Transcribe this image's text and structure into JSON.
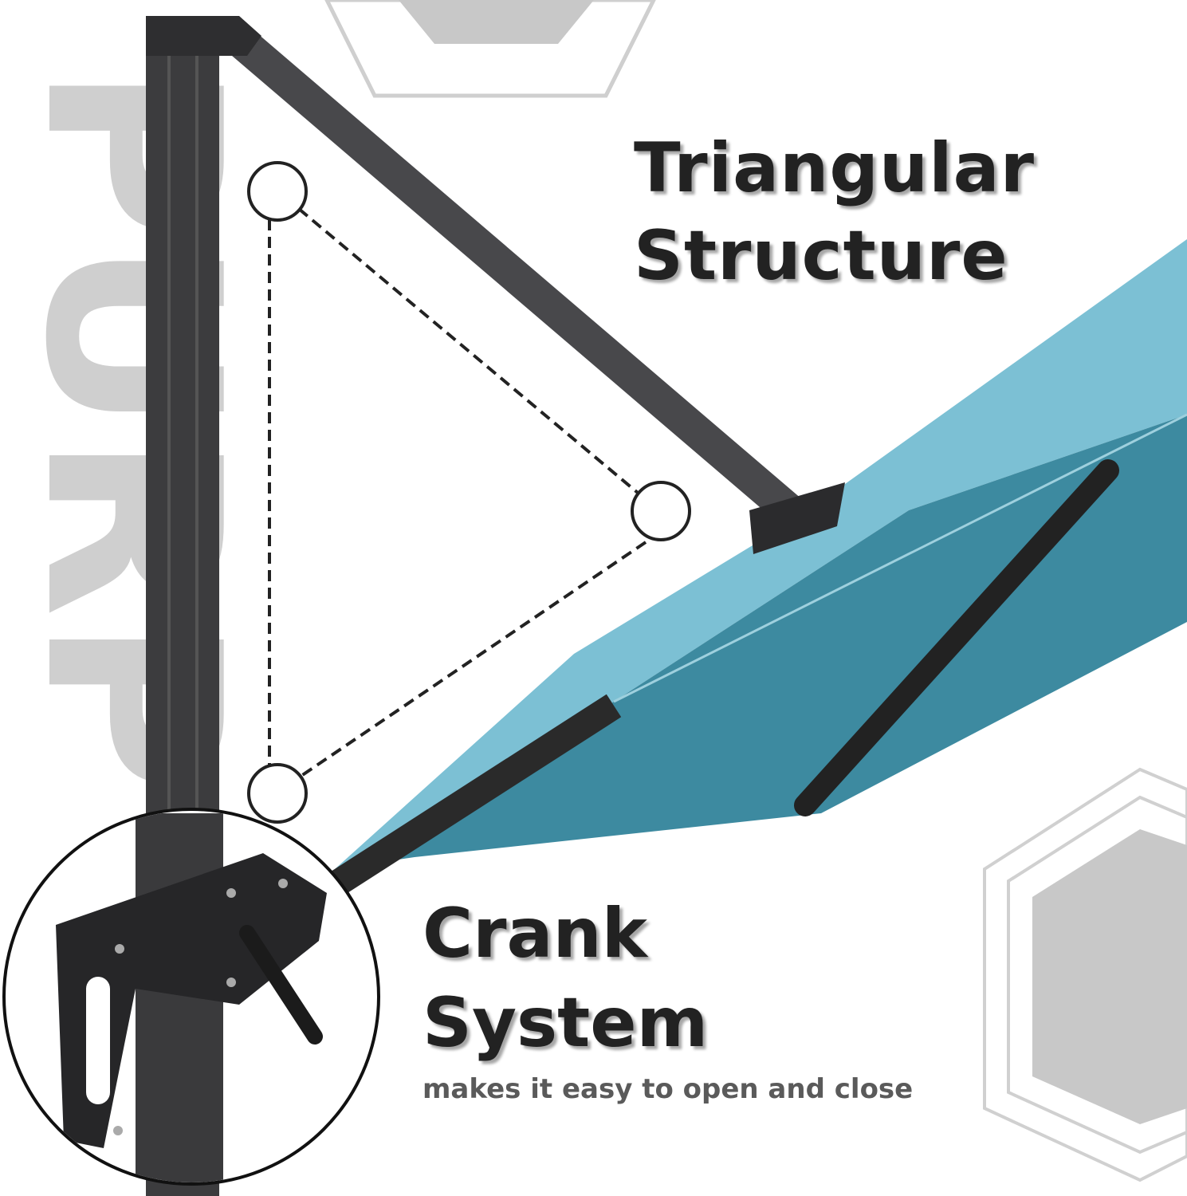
{
  "watermark": "PURP",
  "headings": {
    "triangular_line1": "Triangular",
    "triangular_line2": "Structure",
    "crank_line1": "Crank",
    "crank_line2": "System",
    "crank_subtitle": "makes it easy to open and close"
  },
  "colors": {
    "canopy_light": "#7cc0d4",
    "canopy_dark": "#3d8aa0",
    "pole": "#3c3c3e",
    "hexagon": "#c8c8c8",
    "text": "#222222"
  }
}
